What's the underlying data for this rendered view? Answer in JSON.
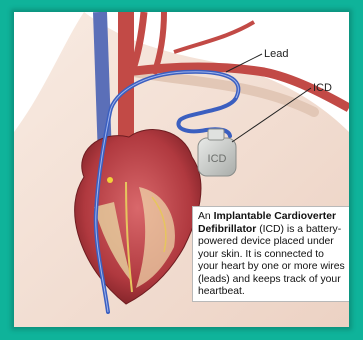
{
  "labels": {
    "lead": "Lead",
    "icd": "ICD",
    "device_text": "ICD"
  },
  "info_box": {
    "prefix": "An ",
    "bold": "Implantable Cardioverter Defibrillator",
    "suffix": " (ICD) is a battery-powered device placed under your skin.  It is connected to your heart by one or more wires (leads) and keeps track of your heartbeat."
  },
  "colors": {
    "background": "#0fb39a",
    "lead_wire": "#3b5fc0",
    "device": "#c9ccc9",
    "heart": "#b8454a"
  }
}
